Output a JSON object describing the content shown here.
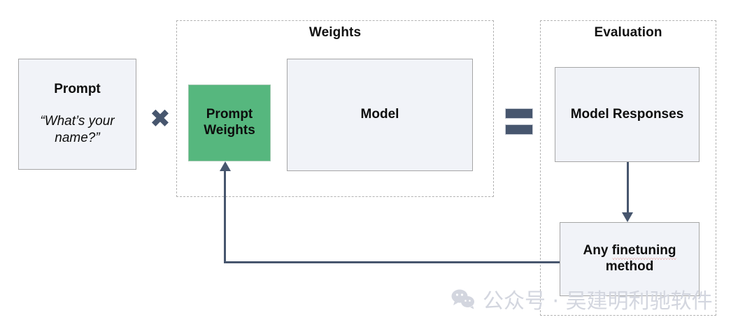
{
  "diagram": {
    "groups": [
      {
        "name": "weights",
        "label": "Weights"
      },
      {
        "name": "evaluation",
        "label": "Evaluation"
      }
    ],
    "nodes": {
      "prompt": {
        "title": "Prompt",
        "subtitle": "“What’s your name?”"
      },
      "prompt_weights": {
        "title": "Prompt Weights"
      },
      "model": {
        "title": "Model"
      },
      "model_responses": {
        "title": "Model Responses"
      },
      "finetuning": {
        "title_prefix": "Any ",
        "title_misspelled": "finetuning",
        "title_suffix": "method"
      }
    },
    "operators": {
      "multiply": "✖",
      "equals": "="
    },
    "colors": {
      "accent_green": "#56b77e",
      "box_fill": "#f1f3f8",
      "box_border": "#a6a6a6",
      "connector": "#47566e",
      "group_border": "#b3b3b3",
      "watermark": "#d3d6df"
    }
  },
  "watermark": {
    "icon": "wechat-icon",
    "text": "公众号 · 吴建明利驰软件"
  }
}
